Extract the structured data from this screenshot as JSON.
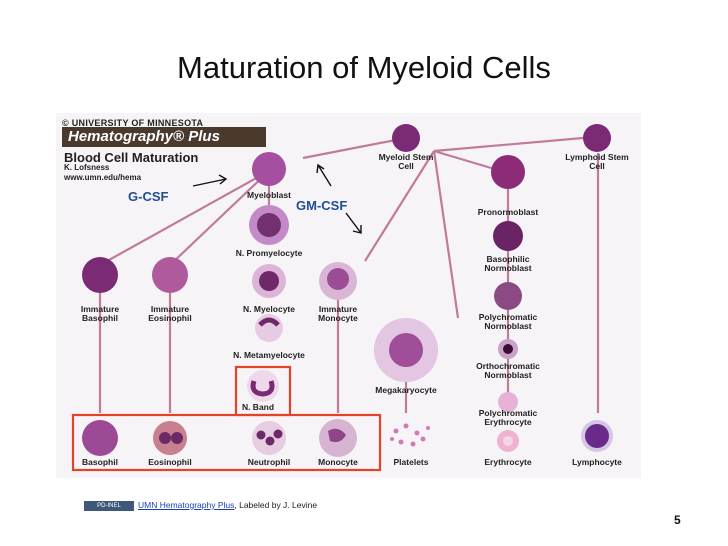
{
  "title": "Maturation of Myeloid Cells",
  "figure": {
    "banner_university": "© UNIVERSITY OF MINNESOTA",
    "banner_brand": "Hematography® Plus",
    "heading": "Blood Cell Maturation",
    "author": "K. Lofsness",
    "url": "www.umn.edu/hema",
    "gcsf": "G-CSF",
    "gmcsf": "GM-CSF",
    "cells": {
      "myeloid_stem": "Myeloid Stem Cell",
      "lymphoid_stem": "Lymphoid Stem Cell",
      "myeloblast": "Myeloblast",
      "pronormoblast": "Pronormoblast",
      "n_promyelocyte": "N. Promyelocyte",
      "basophilic_normoblast": "Basophilic Normoblast",
      "immature_basophil": "Immature Basophil",
      "immature_eosinophil": "Immature Eosinophil",
      "n_myelocyte": "N. Myelocyte",
      "immature_monocyte": "Immature Monocyte",
      "polychromatic_normoblast": "Polychromatic Normoblast",
      "n_metamyelocyte": "N. Metamyelocyte",
      "orthochromatic_normoblast": "Orthochromatic Normoblast",
      "megakaryocyte": "Megakaryocyte",
      "n_band": "N. Band",
      "polychromatic_erythrocyte": "Polychromatic Erythrocyte",
      "basophil": "Basophil",
      "eosinophil": "Eosinophil",
      "neutrophil": "Neutrophil",
      "monocyte": "Monocyte",
      "platelets": "Platelets",
      "erythrocyte": "Erythrocyte",
      "lymphocyte": "Lymphocyte"
    },
    "colors": {
      "highlight": "#e0452b",
      "annotation": "#1f4e96",
      "banner": "#4a3a2e"
    }
  },
  "footer": {
    "badge": "PD-INEL",
    "link": "UMN Hematography Plus",
    "rest": ", Labeled by J. Levine"
  },
  "page_number": "5"
}
